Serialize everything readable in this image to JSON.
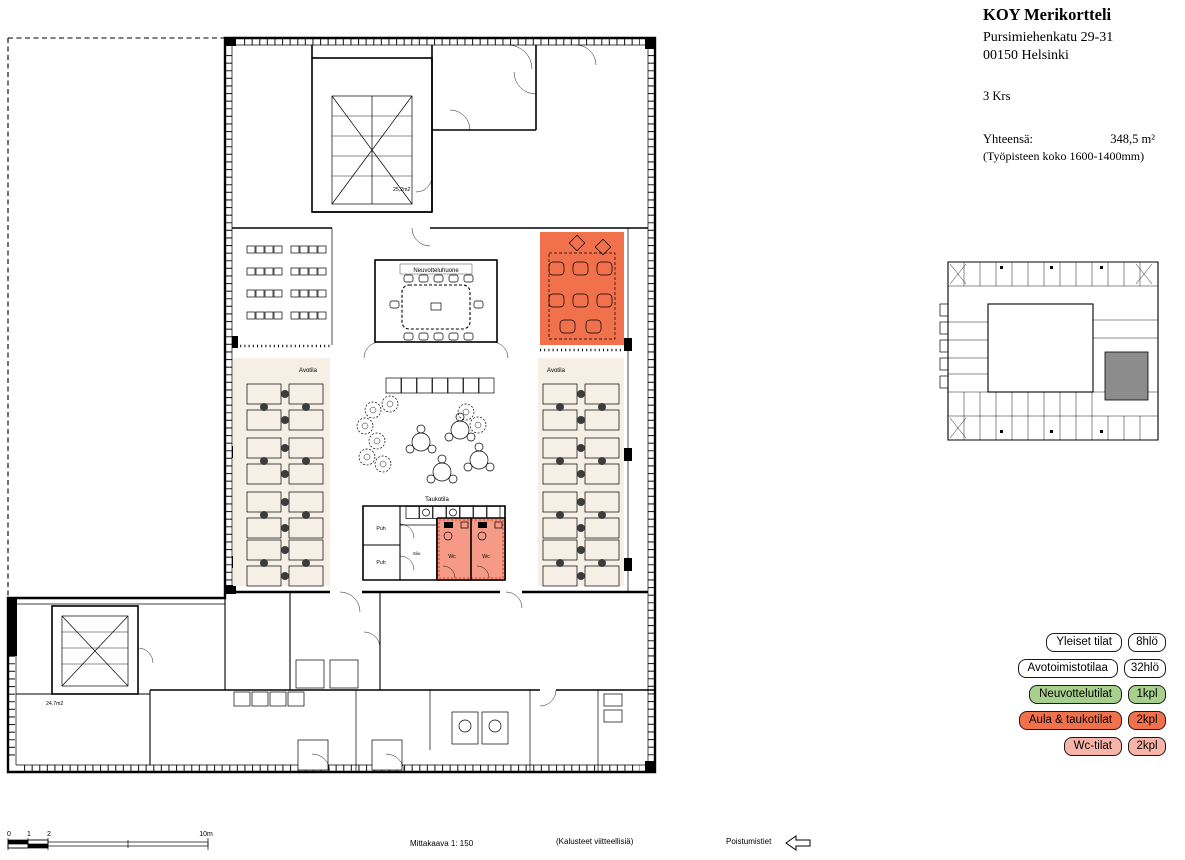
{
  "title_block": {
    "name": "KOY Merikortteli",
    "address": "Pursimiehenkatu 29-31",
    "city": "00150 Helsinki",
    "floor": "3 Krs",
    "total_label": "Yhteensä:",
    "total_value": "348,5 m²",
    "workstation_note": "(Työpisteen koko 1600-1400mm)"
  },
  "plan": {
    "labels": {
      "stair_top_area": "25,2m2",
      "stair_bottom_area": "24,7m2",
      "meeting_room": "Neuvotteluhuone",
      "open_office_left": "Avotila",
      "open_office_right": "Avotila",
      "break_room": "Taukotila",
      "phone_room_1": "Puh",
      "phone_room_2": "Puh",
      "cleaning_room": "Siiv.",
      "wc_left": "Wc",
      "wc_right": "Wc"
    },
    "colors": {
      "meeting": "#a8d08d",
      "lounge": "#f2714d",
      "wc": "#f49a87",
      "open_office": "#f6efe6",
      "keyplan_highlight": "#8c8c8c"
    }
  },
  "legend": {
    "items": [
      {
        "label": "Yleiset tilat",
        "count": "8hlö",
        "color": "#ffffff"
      },
      {
        "label": "Avotoimistotilaa",
        "count": "32hlö",
        "color": "#ffffff"
      },
      {
        "label": "Neuvottelutilat",
        "count": "1kpl",
        "color": "#a8d08d"
      },
      {
        "label": "Aula & taukotilat",
        "count": "2kpl",
        "color": "#f2714d"
      },
      {
        "label": "Wc-tilat",
        "count": "2kpl",
        "color": "#f8b4a8"
      }
    ]
  },
  "footer": {
    "scale_ticks": [
      "0",
      "1",
      "2",
      "10m"
    ],
    "scale_text": "Mittakaava 1: 150",
    "furniture_note": "(Kalusteet viitteellisiä)",
    "exits_label": "Poistumistiet"
  }
}
